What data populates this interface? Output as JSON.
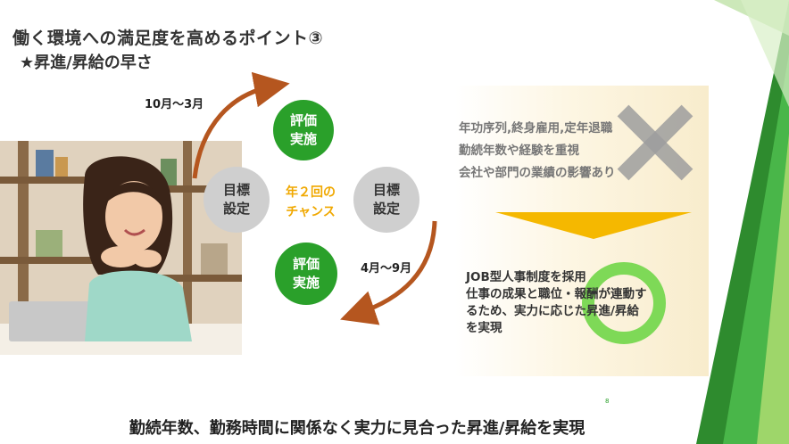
{
  "title": "働く環境への満足度を高めるポイント③",
  "subtitle": "★昇進/昇給の早さ",
  "cycle": {
    "top_eval": [
      "評価",
      "実施"
    ],
    "bottom_eval": [
      "評価",
      "実施"
    ],
    "left_goal": [
      "目標",
      "設定"
    ],
    "right_goal": [
      "目標",
      "設定"
    ],
    "center": [
      "年２回の",
      "チャンス"
    ],
    "period_top": "10月～3月",
    "period_bottom": "4月～9月"
  },
  "old_system": {
    "lines": [
      "年功序列,終身雇用,定年退職",
      "勤続年数や経験を重視",
      "会社や部門の業績の影響あり"
    ],
    "mark_icon": "cross-icon"
  },
  "new_system": {
    "lines": [
      "JOB型人事制度を採用",
      "仕事の成果と職位・報酬が連動す",
      "るため、実力に応じた昇進/昇給",
      "を実現"
    ],
    "mark_icon": "circle-icon"
  },
  "conclusion": "勤続年数、勤務時間に関係なく実力に見合った昇進/昇給を実現",
  "page_number": "8",
  "colors": {
    "green": "#2aa02a",
    "grey": "#cfcfcf",
    "arrow_brown": "#b5561f",
    "gold": "#f0a800",
    "deco_green": "#1f8f1f"
  }
}
